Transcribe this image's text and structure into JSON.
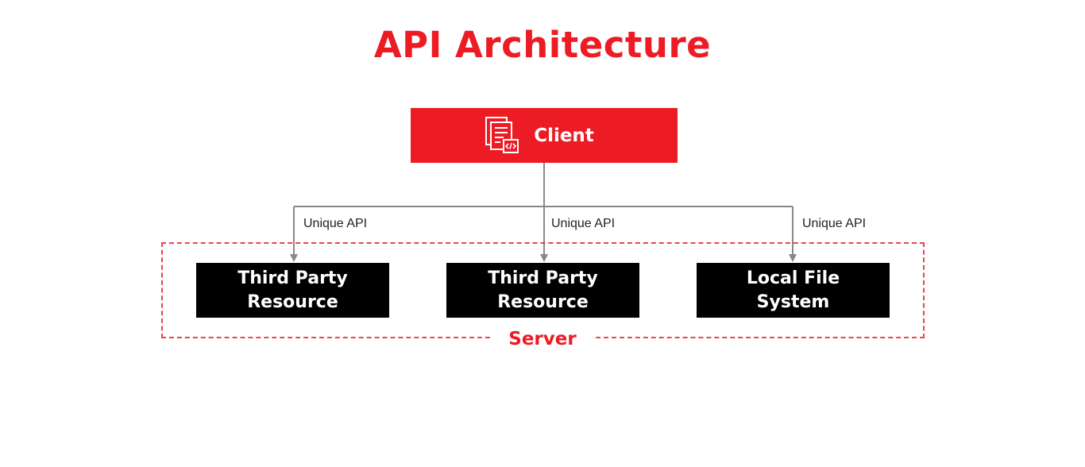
{
  "title": "API Architecture",
  "client": {
    "label": "Client",
    "icon": "code-document-icon"
  },
  "connections": [
    {
      "label": "Unique API"
    },
    {
      "label": "Unique API"
    },
    {
      "label": "Unique API"
    }
  ],
  "server": {
    "label": "Server",
    "nodes": [
      {
        "label": "Third Party Resource"
      },
      {
        "label": "Third Party Resource"
      },
      {
        "label": "Local File System"
      }
    ]
  },
  "colors": {
    "accent": "#ed1c24",
    "node_fill": "#000000",
    "connector": "#888888"
  }
}
